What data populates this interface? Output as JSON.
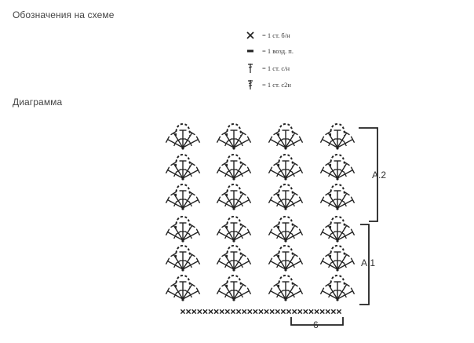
{
  "legend": {
    "title": "Обозначения на схеме",
    "items": [
      {
        "symbol": "sc-icon",
        "text": "=  1 ст. б/н"
      },
      {
        "symbol": "ch-icon",
        "text": "=  1 возд. п."
      },
      {
        "symbol": "dc-icon",
        "text": "=  1 ст. с/н"
      },
      {
        "symbol": "tr-icon",
        "text": "=  1 ст. с2н"
      }
    ]
  },
  "diagram": {
    "title": "Диаграмма",
    "columns": 4,
    "rows": 6,
    "base_stitch_count": 29,
    "bracket_a2_label": "A.2",
    "bracket_a1_label": "A.1",
    "repeat_label": "6",
    "ink_color": "#222222"
  }
}
